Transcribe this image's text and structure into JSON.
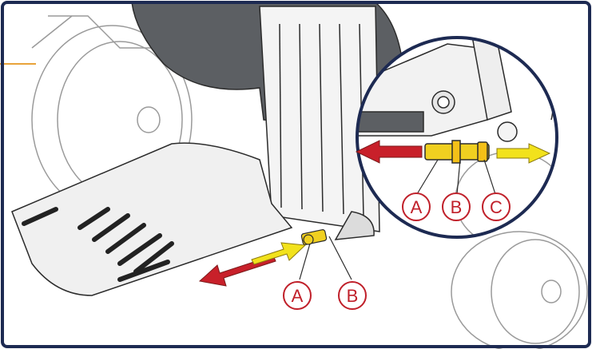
{
  "labels": {
    "main_a": "A",
    "main_b": "B",
    "detail_a": "A",
    "detail_b": "B",
    "detail_c": "C"
  },
  "colors": {
    "frame": "#1d2a52",
    "accent_orange": "#e8a33a",
    "label_red": "#c0202a",
    "arrow_red": "#c8202a",
    "arrow_yellow": "#f2e21c",
    "pin_yellow": "#f0d020",
    "backrest_gray": "#5c5f63",
    "line_gray": "#2b2b2b"
  },
  "arrows": {
    "main_out": "left-red",
    "main_in": "right-yellow",
    "detail_out": "left-red",
    "detail_in": "right-yellow"
  }
}
